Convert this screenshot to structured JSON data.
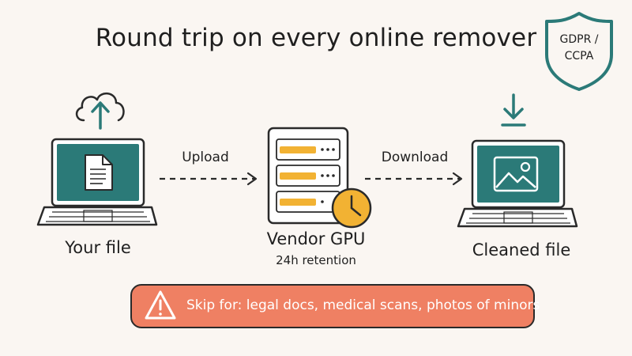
{
  "title": "Round trip on every online remover",
  "badge": {
    "line1": "GDPR /",
    "line2": "CCPA"
  },
  "nodes": {
    "source": {
      "label": "Your file"
    },
    "server": {
      "label": "Vendor GPU",
      "sublabel": "24h retention"
    },
    "result": {
      "label": "Cleaned file"
    }
  },
  "arrows": {
    "upload": "Upload",
    "download": "Download"
  },
  "warning": {
    "text": "Skip for: legal docs, medical scans, photos of minors"
  },
  "colors": {
    "teal": "#2b7a78",
    "amber": "#f2b233",
    "coral": "#ef8063",
    "ink": "#2a2a2a",
    "background": "#faf6f2"
  },
  "icons": {
    "upload": "cloud-upload-icon",
    "download": "download-arrow-icon",
    "document": "document-icon",
    "image": "image-icon",
    "clock": "clock-icon",
    "warning": "warning-triangle-icon",
    "shield": "shield-icon"
  }
}
